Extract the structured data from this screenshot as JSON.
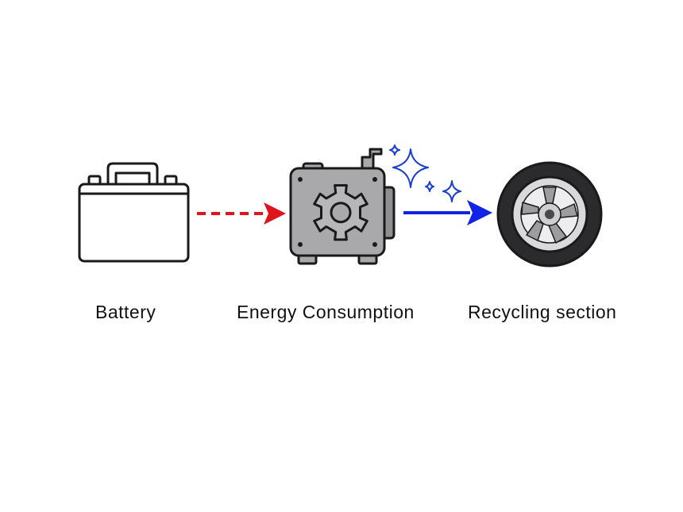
{
  "nodes": [
    {
      "id": "battery",
      "label": "Battery",
      "icon": "battery-icon"
    },
    {
      "id": "energy",
      "label": "Energy Consumption",
      "icon": "engine-gear-icon"
    },
    {
      "id": "recycling",
      "label": "Recycling section",
      "icon": "wheel-icon"
    }
  ],
  "edges": [
    {
      "from": "battery",
      "to": "energy",
      "style": "dashed",
      "color": "#e0141c"
    },
    {
      "from": "energy",
      "to": "recycling",
      "style": "solid",
      "color": "#1123e6"
    }
  ],
  "colors": {
    "outline": "#1a1a1a",
    "engine_fill": "#a9a9ab",
    "tire_fill": "#2b2b2d",
    "rim_fill": "#d9d9db",
    "sparkle": "#1a3fd0"
  }
}
